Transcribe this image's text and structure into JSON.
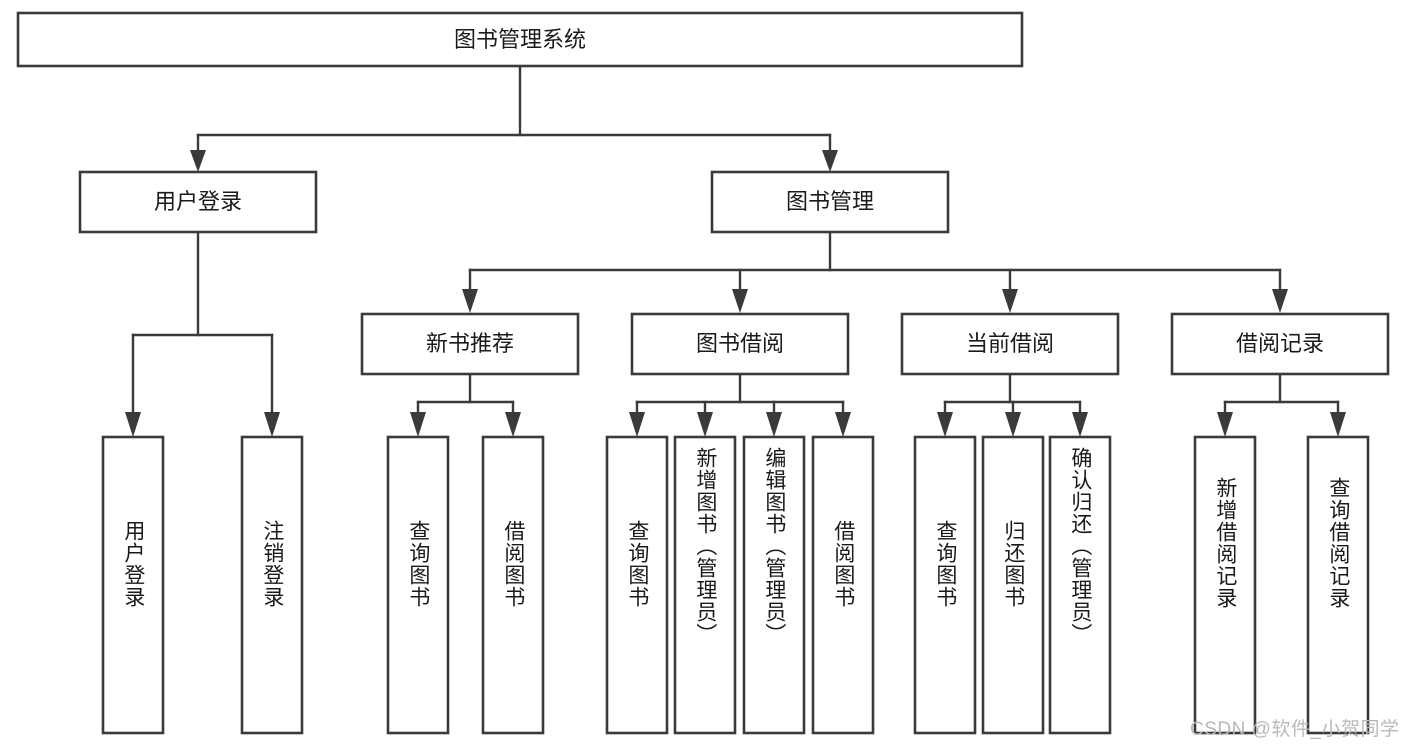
{
  "diagram": {
    "title": "图书管理系统",
    "type": "tree",
    "root": {
      "id": "root",
      "label": "图书管理系统"
    },
    "level2": [
      {
        "id": "user-login",
        "label": "用户登录"
      },
      {
        "id": "book-manage",
        "label": "图书管理"
      }
    ],
    "level3": [
      {
        "id": "new-book-recommend",
        "label": "新书推荐",
        "parent": "book-manage"
      },
      {
        "id": "book-borrow",
        "label": "图书借阅",
        "parent": "book-manage"
      },
      {
        "id": "current-borrow",
        "label": "当前借阅",
        "parent": "book-manage"
      },
      {
        "id": "borrow-record",
        "label": "借阅记录",
        "parent": "book-manage"
      }
    ],
    "leaves": [
      {
        "id": "leaf-user-login",
        "label": "用户登录",
        "parent": "user-login"
      },
      {
        "id": "leaf-user-logout",
        "label": "注销登录",
        "parent": "user-login"
      },
      {
        "id": "leaf-query-book-1",
        "label": "查询图书",
        "parent": "new-book-recommend"
      },
      {
        "id": "leaf-borrow-book-1",
        "label": "借阅图书",
        "parent": "new-book-recommend"
      },
      {
        "id": "leaf-query-book-2",
        "label": "查询图书",
        "parent": "book-borrow"
      },
      {
        "id": "leaf-add-book",
        "label": "新增图书（管理员）",
        "parent": "book-borrow"
      },
      {
        "id": "leaf-edit-book",
        "label": "编辑图书（管理员）",
        "parent": "book-borrow"
      },
      {
        "id": "leaf-borrow-book-2",
        "label": "借阅图书",
        "parent": "book-borrow"
      },
      {
        "id": "leaf-query-book-3",
        "label": "查询图书",
        "parent": "current-borrow"
      },
      {
        "id": "leaf-return-book",
        "label": "归还图书",
        "parent": "current-borrow"
      },
      {
        "id": "leaf-confirm-return",
        "label": "确认归还（管理员）",
        "parent": "current-borrow"
      },
      {
        "id": "leaf-add-record",
        "label": "新增借阅记录",
        "parent": "borrow-record"
      },
      {
        "id": "leaf-query-record",
        "label": "查询借阅记录",
        "parent": "borrow-record"
      }
    ],
    "colors": {
      "stroke": "#3a3a3a",
      "fill": "#ffffff",
      "text": "#1a1a1a",
      "watermark": "#b9b9b9"
    }
  },
  "watermark": {
    "text": "CSDN @软件_小贺同学"
  }
}
